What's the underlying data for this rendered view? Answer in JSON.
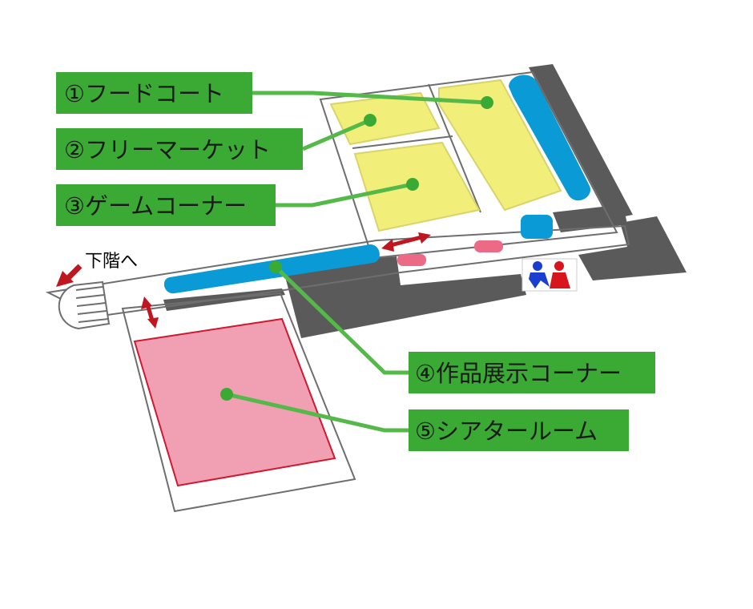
{
  "colors": {
    "wall": "#5a5a5a",
    "floor": "#ffffff",
    "outline": "#6e6e6e",
    "zone_yellow": "#f2ee7a",
    "zone_yellow_edge": "#d8d46a",
    "zone_blue": "#0a9bd6",
    "zone_pink": "#f0a0b2",
    "zone_pink_edge": "#d01830",
    "pink_bench": "#ec6a86",
    "label_green": "#3aaa35",
    "leader_green": "#55b94a",
    "arrow_red": "#c0161f",
    "restroom_male": "#1a3fd0",
    "restroom_female": "#d8141c"
  },
  "icons": {
    "restroom": "restroom-icon",
    "stairs": "stairs-icon",
    "down_arrow": "down-arrow-icon",
    "door_arrow": "double-arrow-icon"
  },
  "stairs": {
    "label": "下階へ"
  },
  "labels": [
    {
      "id": "food-court",
      "text": "①フードコート"
    },
    {
      "id": "flea-market",
      "text": "②フリーマーケット"
    },
    {
      "id": "game-corner",
      "text": "③ゲームコーナー"
    },
    {
      "id": "exhibition-corner",
      "text": "④作品展示コーナー"
    },
    {
      "id": "theater-room",
      "text": "⑤シアタールーム"
    }
  ]
}
